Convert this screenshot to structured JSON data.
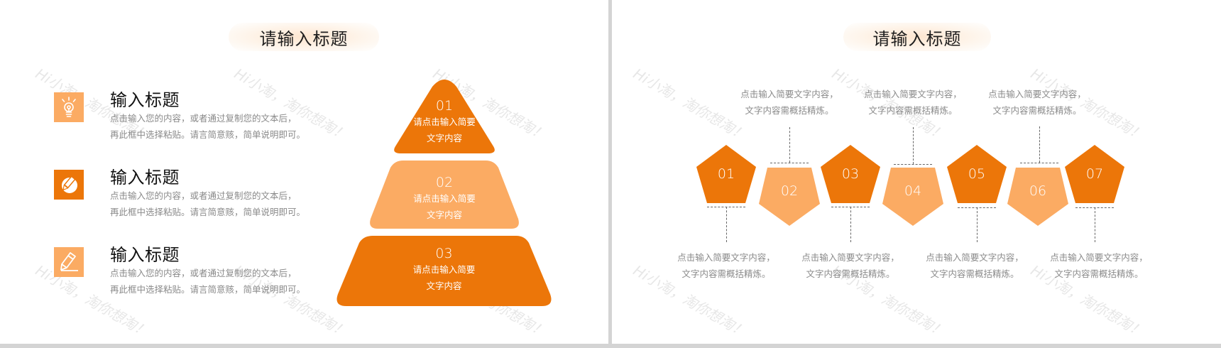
{
  "colors": {
    "dark_orange": "#ec7609",
    "light_orange": "#fbab63",
    "text_dark": "#111111",
    "text_gray": "#8a8a8a",
    "background": "#ffffff",
    "frame_gray": "#d4d4d4"
  },
  "watermark": "Hi小淘，淘你想淘！",
  "left_slide": {
    "title": "请输入标题",
    "items": [
      {
        "icon": "lightbulb-icon",
        "title": "输入标题",
        "desc_line1": "点击输入您的内容，或者通过复制您的文本后，",
        "desc_line2": "再此框中选择粘贴。请言简意赅，简单说明即可。"
      },
      {
        "icon": "pencil-circle-icon",
        "title": "输入标题",
        "desc_line1": "点击输入您的内容，或者通过复制您的文本后，",
        "desc_line2": "再此框中选择粘贴。请言简意赅，简单说明即可。"
      },
      {
        "icon": "pencil-eraser-icon",
        "title": "输入标题",
        "desc_line1": "点击输入您的内容，或者通过复制您的文本后，",
        "desc_line2": "再此框中选择粘贴。请言简意赅，简单说明即可。"
      }
    ],
    "pyramid": [
      {
        "num": "01",
        "line1": "请点击输入简要",
        "line2": "文字内容"
      },
      {
        "num": "02",
        "line1": "请点击输入简要",
        "line2": "文字内容"
      },
      {
        "num": "03",
        "line1": "请点击输入简要",
        "line2": "文字内容"
      }
    ]
  },
  "right_slide": {
    "title": "请输入标题",
    "steps": [
      {
        "num": "01",
        "caption_line1": "点击输入简要文字内容，",
        "caption_line2": "文字内容需概括精炼。",
        "caption_position": "below"
      },
      {
        "num": "02",
        "caption_line1": "点击输入简要文字内容，",
        "caption_line2": "文字内容需概括精炼。",
        "caption_position": "above"
      },
      {
        "num": "03",
        "caption_line1": "点击输入简要文字内容，",
        "caption_line2": "文字内容需概括精炼。",
        "caption_position": "below"
      },
      {
        "num": "04",
        "caption_line1": "点击输入简要文字内容，",
        "caption_line2": "文字内容需概括精炼。",
        "caption_position": "above"
      },
      {
        "num": "05",
        "caption_line1": "点击输入简要文字内容，",
        "caption_line2": "文字内容需概括精炼。",
        "caption_position": "below"
      },
      {
        "num": "06",
        "caption_line1": "点击输入简要文字内容，",
        "caption_line2": "文字内容需概括精炼。",
        "caption_position": "above"
      },
      {
        "num": "07",
        "caption_line1": "点击输入简要文字内容，",
        "caption_line2": "文字内容需概括精炼。",
        "caption_position": "below"
      }
    ]
  }
}
